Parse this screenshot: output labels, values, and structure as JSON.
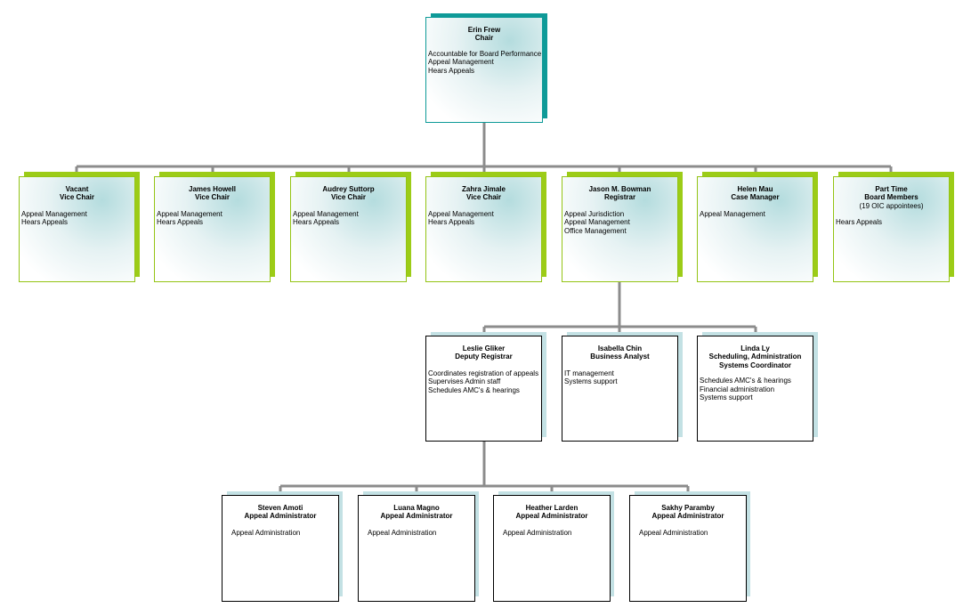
{
  "colors": {
    "connector": "#8c8c8c",
    "shadow_teal": "#0e9a98",
    "shadow_green": "#9ccc17",
    "shadow_lightblue": "#c3e1e4",
    "border_plain": "#000000"
  },
  "chair": {
    "name": "Erin Frew",
    "title": "Chair",
    "responsibilities": [
      "Accountable for Board Performance",
      "Appeal Management",
      "Hears Appeals"
    ]
  },
  "tier2": [
    {
      "name": "Vacant",
      "title": "Vice Chair",
      "responsibilities": [
        "Appeal Management",
        "Hears Appeals"
      ]
    },
    {
      "name": "James Howell",
      "title": "Vice Chair",
      "responsibilities": [
        "Appeal Management",
        "Hears Appeals"
      ]
    },
    {
      "name": "Audrey Suttorp",
      "title": "Vice Chair",
      "responsibilities": [
        "Appeal Management",
        "Hears Appeals"
      ]
    },
    {
      "name": "Zahra Jimale",
      "title": "Vice Chair",
      "responsibilities": [
        "Appeal Management",
        "Hears Appeals"
      ]
    },
    {
      "name": "Jason M. Bowman",
      "title": "Registrar",
      "responsibilities": [
        "Appeal Jurisdiction",
        "Appeal Management",
        "Office Management"
      ]
    },
    {
      "name": "Helen Mau",
      "title": "Case Manager",
      "responsibilities": [
        "Appeal Management"
      ]
    },
    {
      "name": "Part Time",
      "title": "Board Members",
      "subtitle": "(19 OIC appointees)",
      "responsibilities": [
        "Hears Appeals"
      ]
    }
  ],
  "tier3": [
    {
      "name": "Leslie Gliker",
      "title": "Deputy Registrar",
      "responsibilities": [
        "Coordinates registration of appeals",
        "Supervises Admin staff",
        "Schedules AMC's & hearings"
      ]
    },
    {
      "name": "Isabella Chin",
      "title": "Business Analyst",
      "responsibilities": [
        "IT management",
        "Systems support"
      ]
    },
    {
      "name": "Linda Ly",
      "title": "Scheduling, Administration",
      "title2": "Systems Coordinator",
      "responsibilities": [
        "Schedules AMC's & hearings",
        "Financial administration",
        "Systems support"
      ]
    }
  ],
  "tier4": [
    {
      "name": "Steven Amoti",
      "title": "Appeal Administrator",
      "responsibilities": [
        "Appeal Administration"
      ]
    },
    {
      "name": "Luana Magno",
      "title": "Appeal Administrator",
      "responsibilities": [
        "Appeal Administration"
      ]
    },
    {
      "name": "Heather Larden",
      "title": "Appeal Administrator",
      "responsibilities": [
        "Appeal Administration"
      ]
    },
    {
      "name": "Sakhy Paramby",
      "title": "Appeal Administrator",
      "responsibilities": [
        "Appeal Administration"
      ]
    }
  ]
}
